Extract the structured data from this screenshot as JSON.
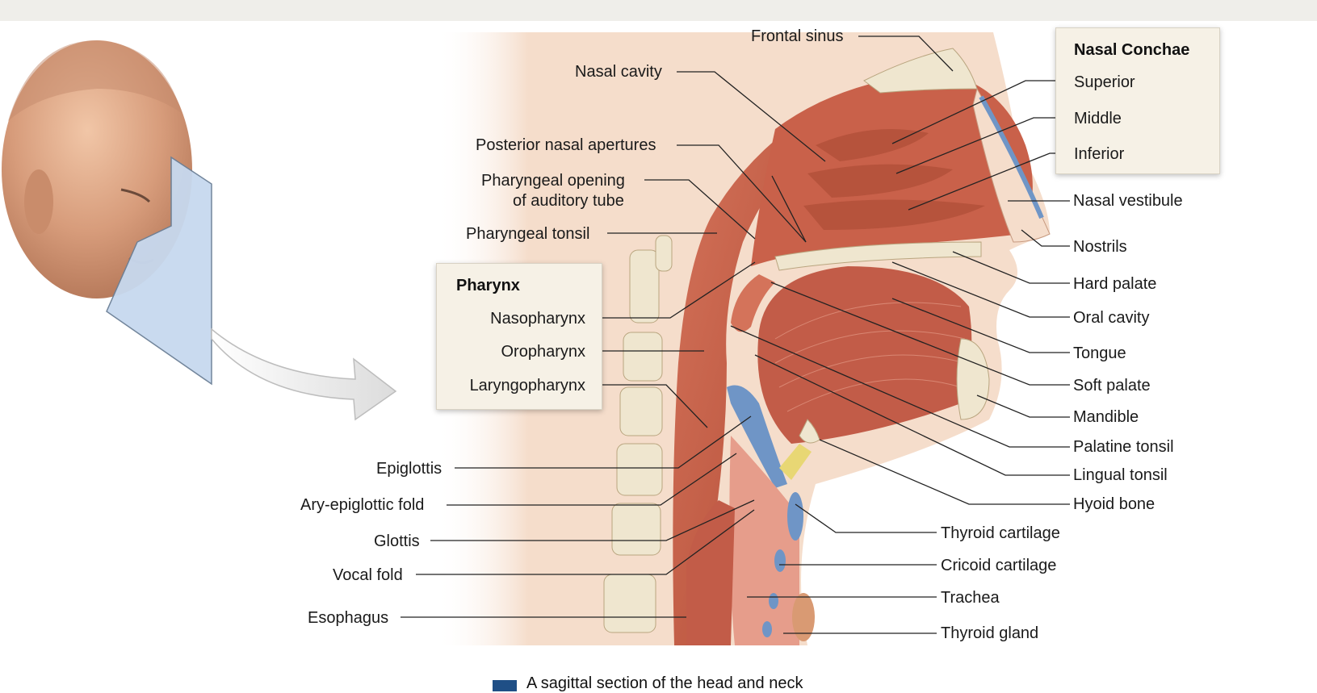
{
  "labels": {
    "frontal_sinus": "Frontal sinus",
    "nasal_cavity": "Nasal cavity",
    "posterior_nasal_apertures": "Posterior nasal apertures",
    "pharyngeal_opening_1": "Pharyngeal opening",
    "pharyngeal_opening_2": "of auditory tube",
    "pharyngeal_tonsil": "Pharyngeal tonsil",
    "epiglottis": "Epiglottis",
    "ary_epiglottic_fold": "Ary-epiglottic fold",
    "glottis": "Glottis",
    "vocal_fold": "Vocal fold",
    "esophagus": "Esophagus",
    "nasal_vestibule": "Nasal vestibule",
    "nostrils": "Nostrils",
    "hard_palate": "Hard palate",
    "oral_cavity": "Oral cavity",
    "tongue": "Tongue",
    "soft_palate": "Soft palate",
    "mandible": "Mandible",
    "palatine_tonsil": "Palatine tonsil",
    "lingual_tonsil": "Lingual tonsil",
    "hyoid_bone": "Hyoid bone",
    "thyroid_cartilage": "Thyroid cartilage",
    "cricoid_cartilage": "Cricoid cartilage",
    "trachea": "Trachea",
    "thyroid_gland": "Thyroid gland"
  },
  "pharynx_box": {
    "title": "Pharynx",
    "items": [
      "Nasopharynx",
      "Oropharynx",
      "Laryngopharynx"
    ]
  },
  "conchae_box": {
    "title": "Nasal Conchae",
    "items": [
      "Superior",
      "Middle",
      "Inferior"
    ]
  },
  "caption": "A sagittal section of the head and neck",
  "colors": {
    "muscle": "#c9614a",
    "tissue": "#f3d7c4",
    "bone": "#efe6cf",
    "cartilage_blue": "#6f95c6",
    "legend": "#1f4f86"
  }
}
